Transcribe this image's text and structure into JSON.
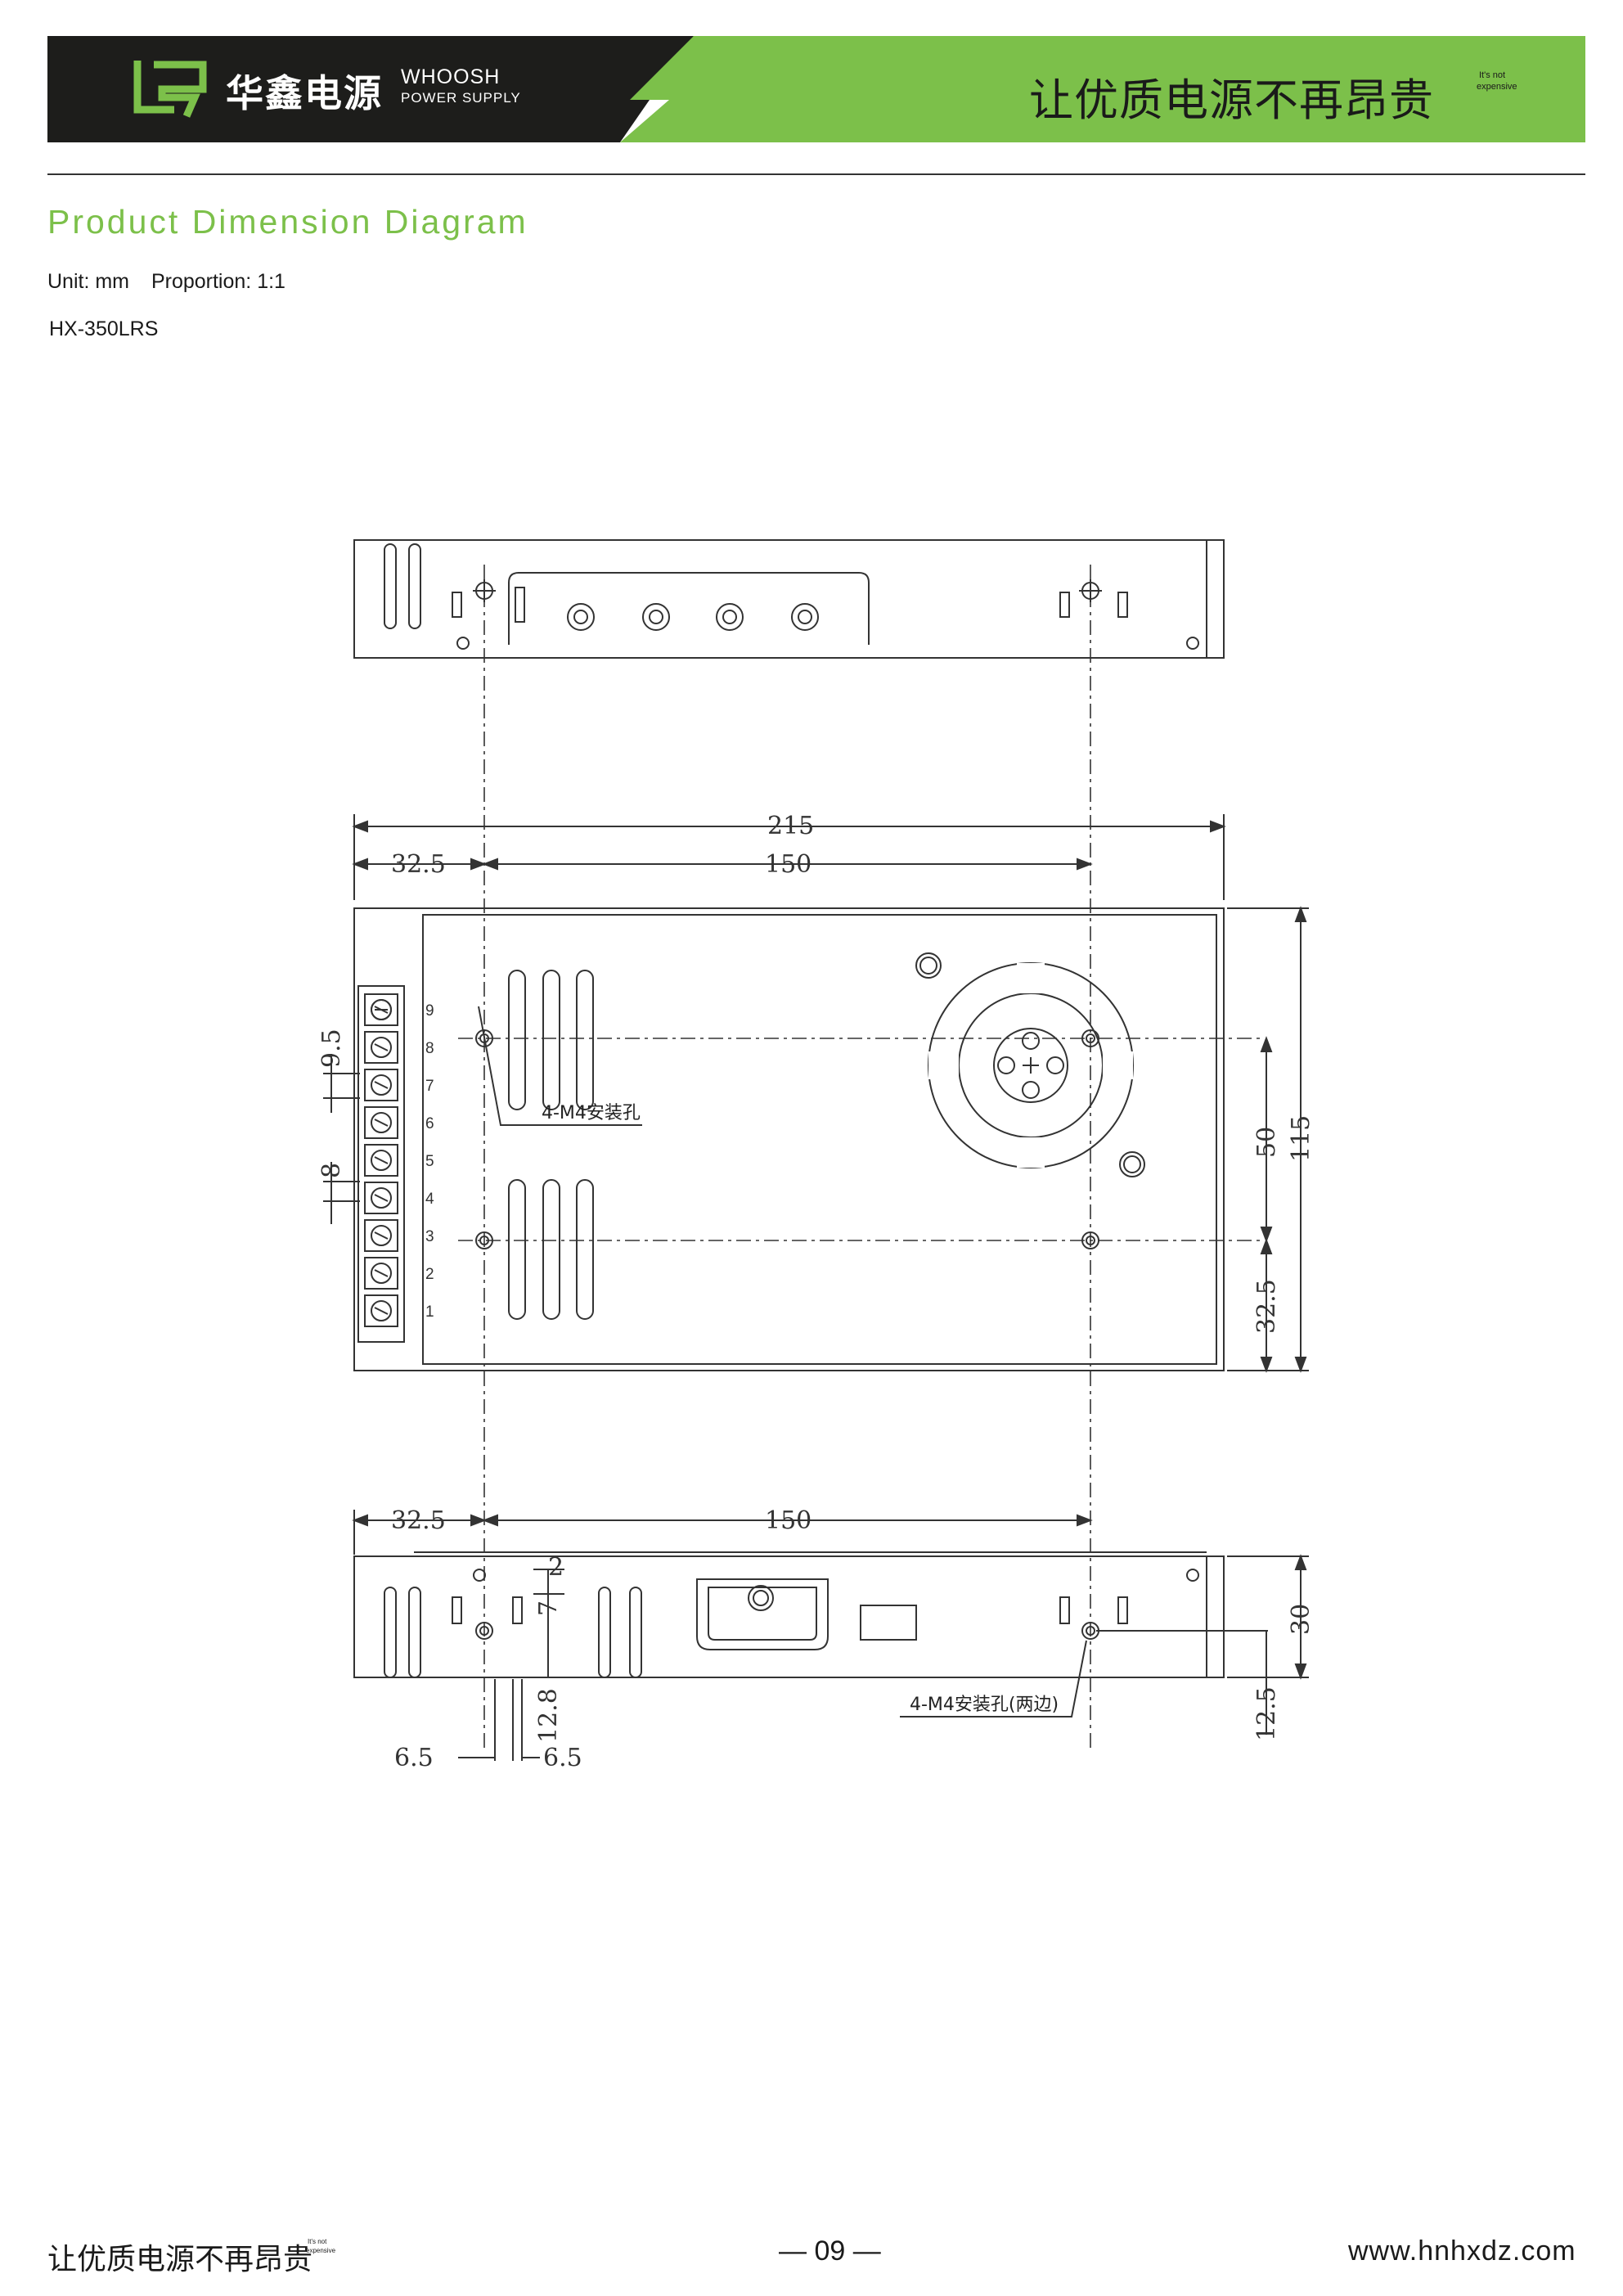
{
  "header": {
    "brand_cn": "华鑫电源",
    "brand_en_line1": "WHOOSH",
    "brand_en_line2": "POWER SUPPLY",
    "slogan": "让优质电源不再昂贵",
    "slogan_tag_line1": "It's not",
    "slogan_tag_line2": "expensive",
    "colors": {
      "dark": "#1d1d1b",
      "green": "#7cc04a"
    }
  },
  "section": {
    "title": "Product Dimension Diagram",
    "unit": "Unit:  mm",
    "proportion": "Proportion:  1:1",
    "model": "HX-350LRS"
  },
  "diagram": {
    "dims": {
      "overall_length": "215",
      "left_offset": "32.5",
      "hole_spacing": "150",
      "terminal_pitch": "9.5",
      "terminal_gap": "8",
      "hole_vertical": "50",
      "overall_width": "115",
      "bottom_offset": "32.5",
      "bottom_left_offset": "32.5",
      "bottom_spacing": "150",
      "slot_2": "2",
      "slot_7": "7",
      "hole_height": "12.8",
      "left_65": "6.5",
      "right_65": "6.5",
      "side_hole_height": "12.5",
      "height": "30"
    },
    "pin_numbers": [
      "9",
      "8",
      "7",
      "6",
      "5",
      "4",
      "3",
      "2",
      "1"
    ],
    "note_top": "4-M4安装孔",
    "note_side": "4-M4安装孔(两边)"
  },
  "footer": {
    "slogan": "让优质电源不再昂贵",
    "tag_line1": "It's not",
    "tag_line2": "expensive",
    "page": "— 09 —",
    "url": "www.hnhxdz.com"
  }
}
